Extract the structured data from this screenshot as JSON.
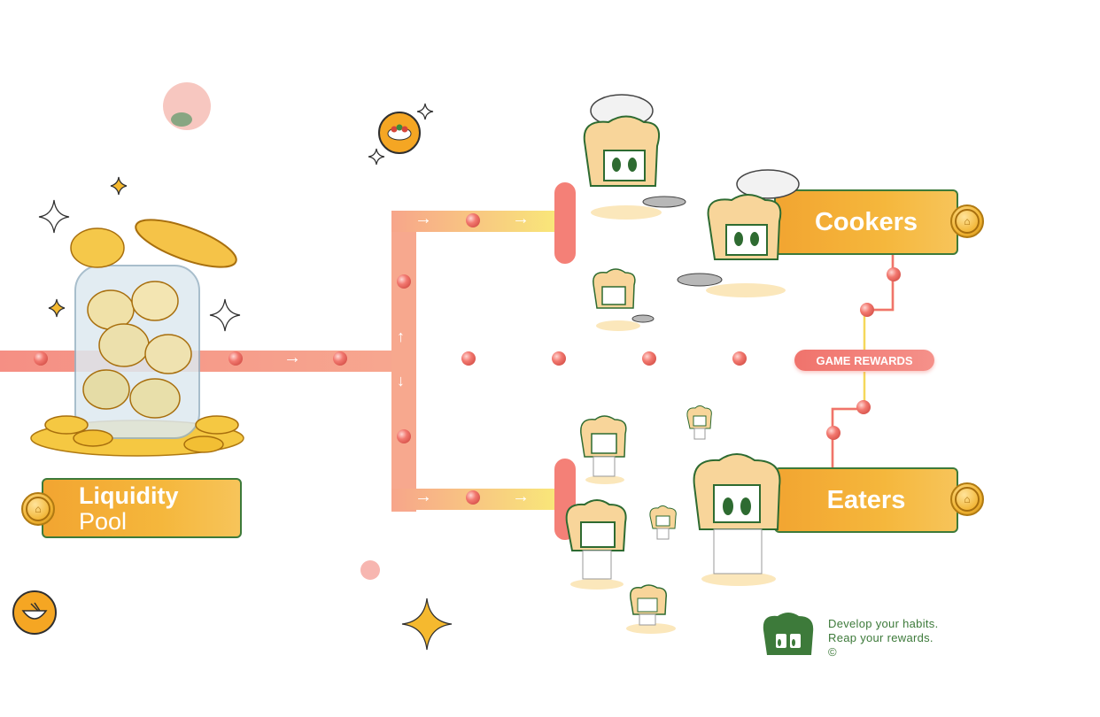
{
  "diagram": {
    "liquidity_pool": {
      "line1": "Liquidity",
      "line2": "Pool"
    },
    "cookers_label": "Cookers",
    "eaters_label": "Eaters",
    "game_rewards_label": "GAME REWARDS",
    "footer": {
      "line1": "Develop your habits.",
      "line2": "Reap your rewards.",
      "line3": "©"
    },
    "arrows": {
      "right": "→",
      "up": "↑",
      "down": "↓"
    }
  },
  "colors": {
    "accent_orange": "#f2a531",
    "brand_green": "#3d7a3a",
    "pink": "#f0736c",
    "yellow": "#f7e15a"
  },
  "icons": [
    "sparkle-icon",
    "coin-icon",
    "jar-icon",
    "chef-hat-icon",
    "pan-icon",
    "bowl-icon",
    "noodle-bowl-icon",
    "logo-icon"
  ]
}
